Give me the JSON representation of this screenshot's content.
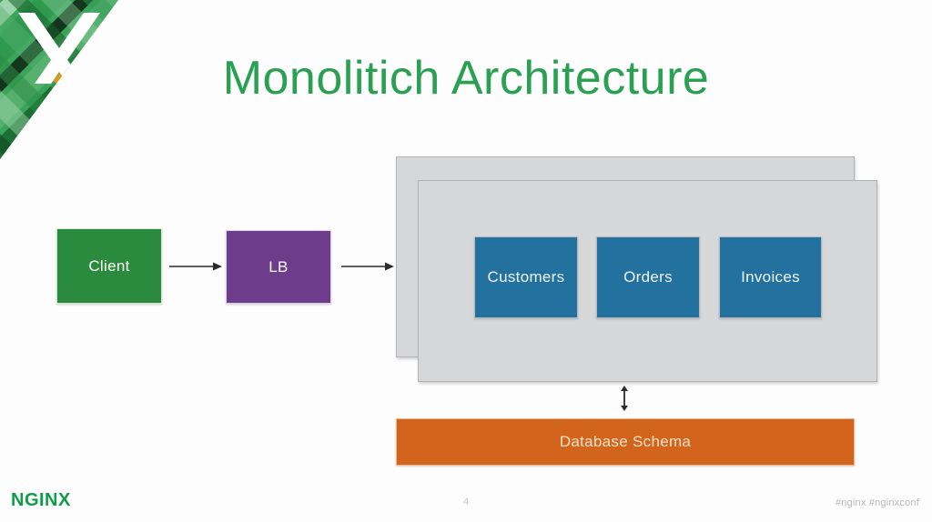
{
  "slide": {
    "title": "Monolitich Architecture",
    "title_color": "#2aa053",
    "background": "#fdfdfd"
  },
  "branding": {
    "corner_logo_name": "nginx-mosaic-x-logo",
    "footer_logo_text": "NGINX",
    "footer_logo_color": "#0e9c48"
  },
  "diagram": {
    "nodes": [
      {
        "id": "client",
        "label": "Client",
        "color": "#2a8b3e"
      },
      {
        "id": "lb",
        "label": "LB",
        "color": "#6d3d8b"
      }
    ],
    "monolith": {
      "panel_color": "#d6d7d9",
      "instances": 2,
      "services": [
        {
          "id": "customers",
          "label": "Customers",
          "color": "#23719e"
        },
        {
          "id": "orders",
          "label": "Orders",
          "color": "#23719e"
        },
        {
          "id": "invoices",
          "label": "Invoices",
          "color": "#23719e"
        }
      ]
    },
    "database": {
      "label": "Database Schema",
      "color": "#d3641c"
    },
    "arrows": [
      {
        "id": "client-to-lb",
        "direction": "right"
      },
      {
        "id": "lb-to-monolith",
        "direction": "right"
      },
      {
        "id": "monolith-to-database",
        "direction": "both-vertical"
      }
    ]
  },
  "footer": {
    "page_number": "4",
    "hashtags": "#nginx  #nginxconf"
  }
}
